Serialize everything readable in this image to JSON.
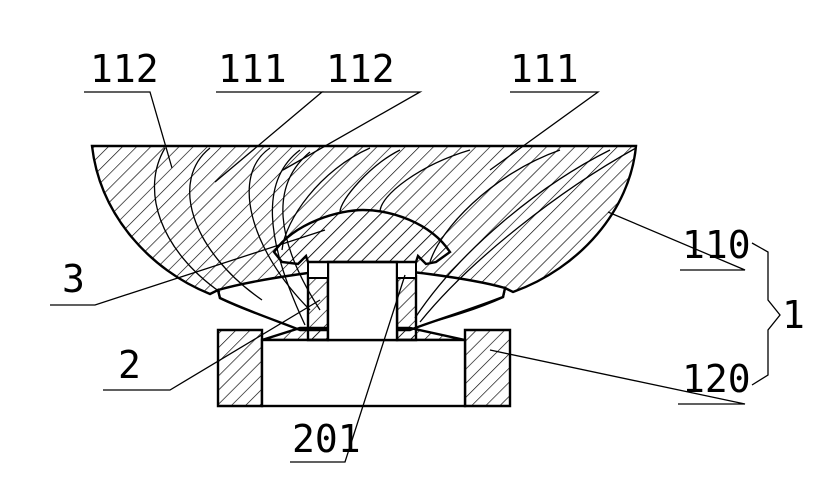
{
  "labels": {
    "l112a": "112",
    "l111a": "111",
    "l112b": "112",
    "l111b": "111",
    "l3": "3",
    "l2": "2",
    "l201": "201",
    "l110": "110",
    "l120": "120",
    "l1": "1"
  }
}
